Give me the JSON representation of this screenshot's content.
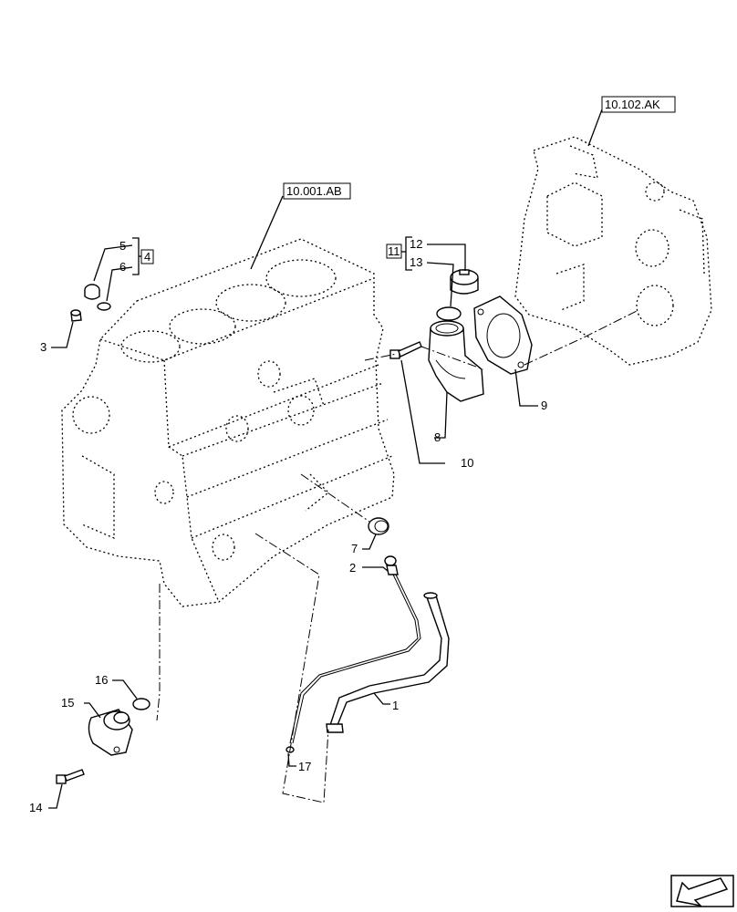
{
  "references": {
    "engine_block": "10.001.AB",
    "flywheel_housing": "10.102.AK"
  },
  "callouts": {
    "c1": "1",
    "c2": "2",
    "c3": "3",
    "c4": "4",
    "c5": "5",
    "c6": "6",
    "c7": "7",
    "c8": "8",
    "c9": "9",
    "c10": "10",
    "c11": "11",
    "c12": "12",
    "c13": "13",
    "c14": "14",
    "c15": "15",
    "c16": "16",
    "c17": "17"
  },
  "nav_icon": "arrow-left-down-icon"
}
